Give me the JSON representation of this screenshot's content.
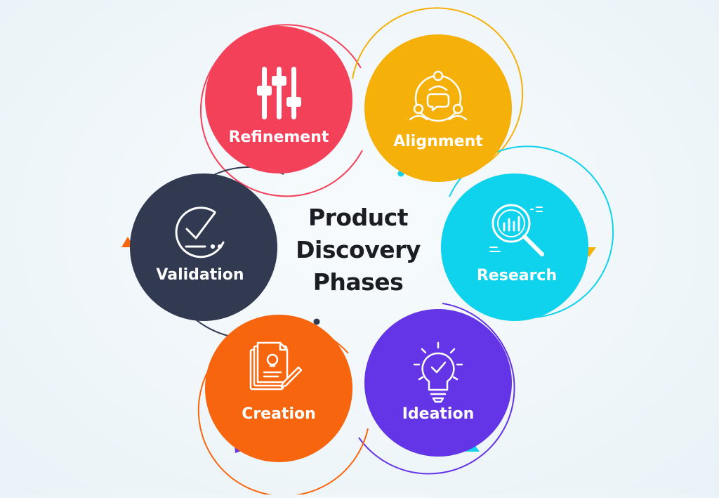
{
  "title_lines": [
    "Product",
    "Discovery",
    "Phases"
  ],
  "phases": [
    {
      "label": "Refinement",
      "icon": "sliders-icon",
      "color": "#f4415a"
    },
    {
      "label": "Alignment",
      "icon": "team-chat-icon",
      "color": "#f5b10a"
    },
    {
      "label": "Research",
      "icon": "magnifier-chart-icon",
      "color": "#0fd2ec"
    },
    {
      "label": "Ideation",
      "icon": "lightbulb-check-icon",
      "color": "#6435e6"
    },
    {
      "label": "Creation",
      "icon": "documents-pen-icon",
      "color": "#f7660f"
    },
    {
      "label": "Validation",
      "icon": "checkmark-badge-icon",
      "color": "#313a51"
    }
  ]
}
